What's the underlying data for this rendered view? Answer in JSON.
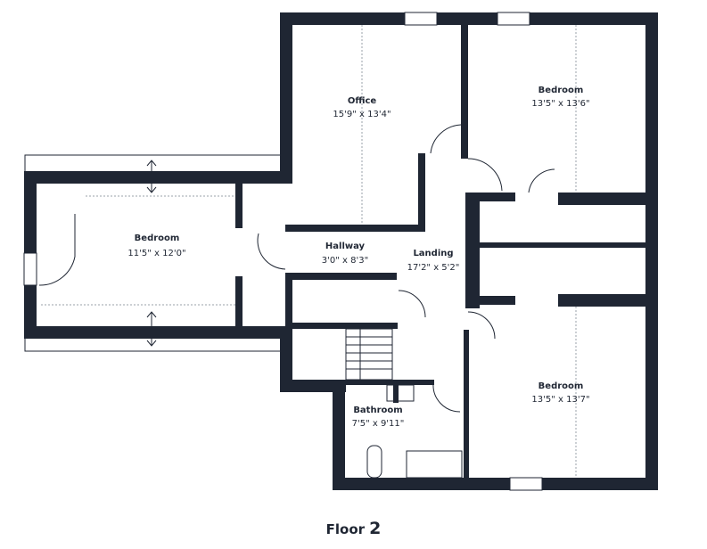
{
  "colors": {
    "wall": "#1f2633",
    "dim_line": "#9aa0a8",
    "window": "#ffffff"
  },
  "rooms": [
    {
      "key": "office",
      "name": "Office",
      "dims": "15'9\" x 13'4\""
    },
    {
      "key": "bedroom1",
      "name": "Bedroom",
      "dims": "13'5\" x 13'6\""
    },
    {
      "key": "bedroom2",
      "name": "Bedroom",
      "dims": "11'5\" x 12'0\""
    },
    {
      "key": "hallway",
      "name": "Hallway",
      "dims": "3'0\" x 8'3\""
    },
    {
      "key": "landing",
      "name": "Landing",
      "dims": "17'2\" x 5'2\""
    },
    {
      "key": "bathroom",
      "name": "Bathroom",
      "dims": "7'5\" x 9'11\""
    },
    {
      "key": "bedroom3",
      "name": "Bedroom",
      "dims": "13'5\" x 13'7\""
    }
  ],
  "floor": {
    "word": "Floor",
    "number": "2"
  }
}
